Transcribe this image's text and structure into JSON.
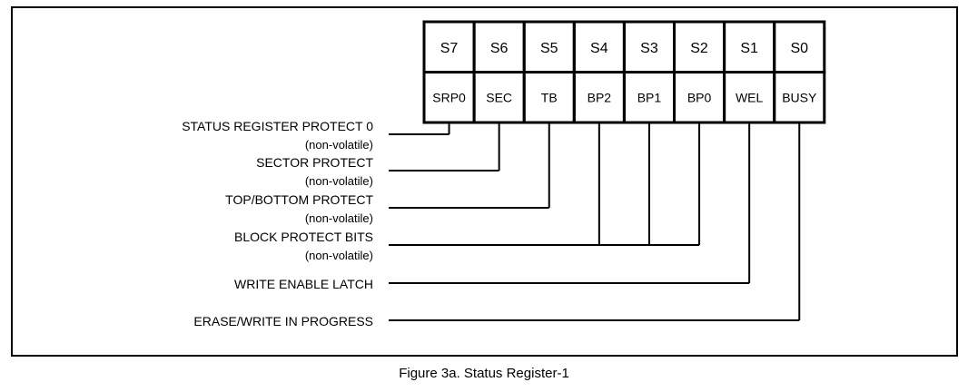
{
  "bits": [
    "S7",
    "S6",
    "S5",
    "S4",
    "S3",
    "S2",
    "S1",
    "S0"
  ],
  "names": [
    "SRP0",
    "SEC",
    "TB",
    "BP2",
    "BP1",
    "BP0",
    "WEL",
    "BUSY"
  ],
  "labels": [
    {
      "title": "STATUS REGISTER PROTECT 0",
      "sub": "(non-volatile)"
    },
    {
      "title": "SECTOR PROTECT",
      "sub": "(non-volatile)"
    },
    {
      "title": "TOP/BOTTOM  PROTECT",
      "sub": "(non-volatile)"
    },
    {
      "title": "BLOCK PROTECT BITS",
      "sub": "(non-volatile)"
    },
    {
      "title": "WRITE ENABLE LATCH"
    },
    {
      "title": "ERASE/WRITE IN PROGRESS"
    }
  ],
  "caption": "Figure 3a. Status Register-1"
}
